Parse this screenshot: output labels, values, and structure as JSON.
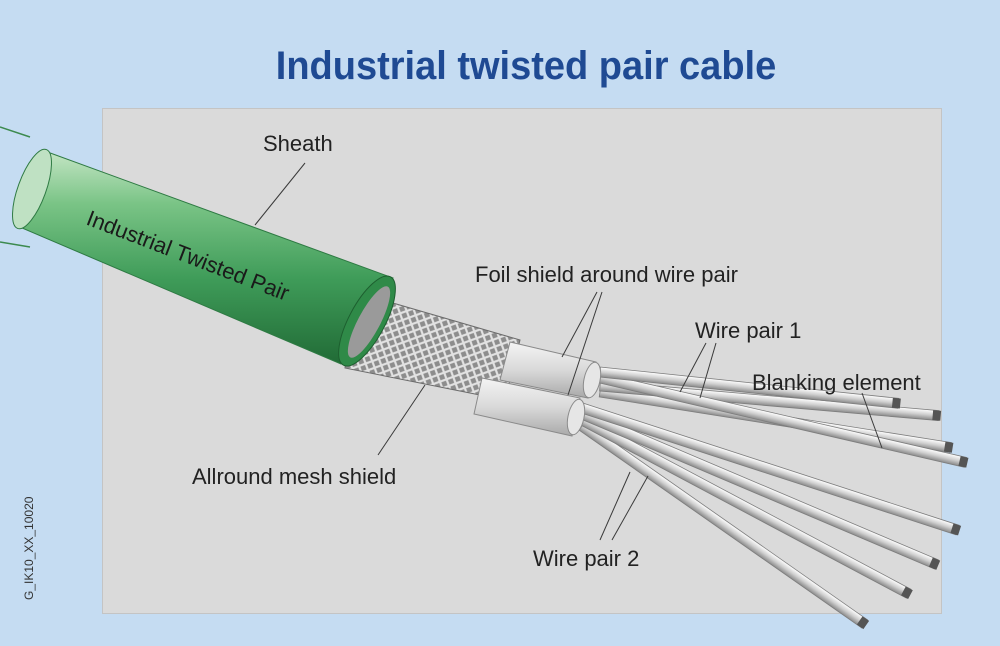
{
  "title": "Industrial twisted pair cable",
  "cable_print": "Industrial Twisted Pair",
  "labels": {
    "sheath": "Sheath",
    "foil_shield": "Foil shield around wire pair",
    "wire_pair_1": "Wire pair 1",
    "blanking_element": "Blanking element",
    "mesh_shield": "Allround mesh shield",
    "wire_pair_2": "Wire pair 2"
  },
  "figure_code": "G_IK10_XX_10020",
  "colors": {
    "title": "#1f4a93",
    "background": "#c5dcf2",
    "panel": "#dadada",
    "sheath_green": "#3d9b57"
  }
}
